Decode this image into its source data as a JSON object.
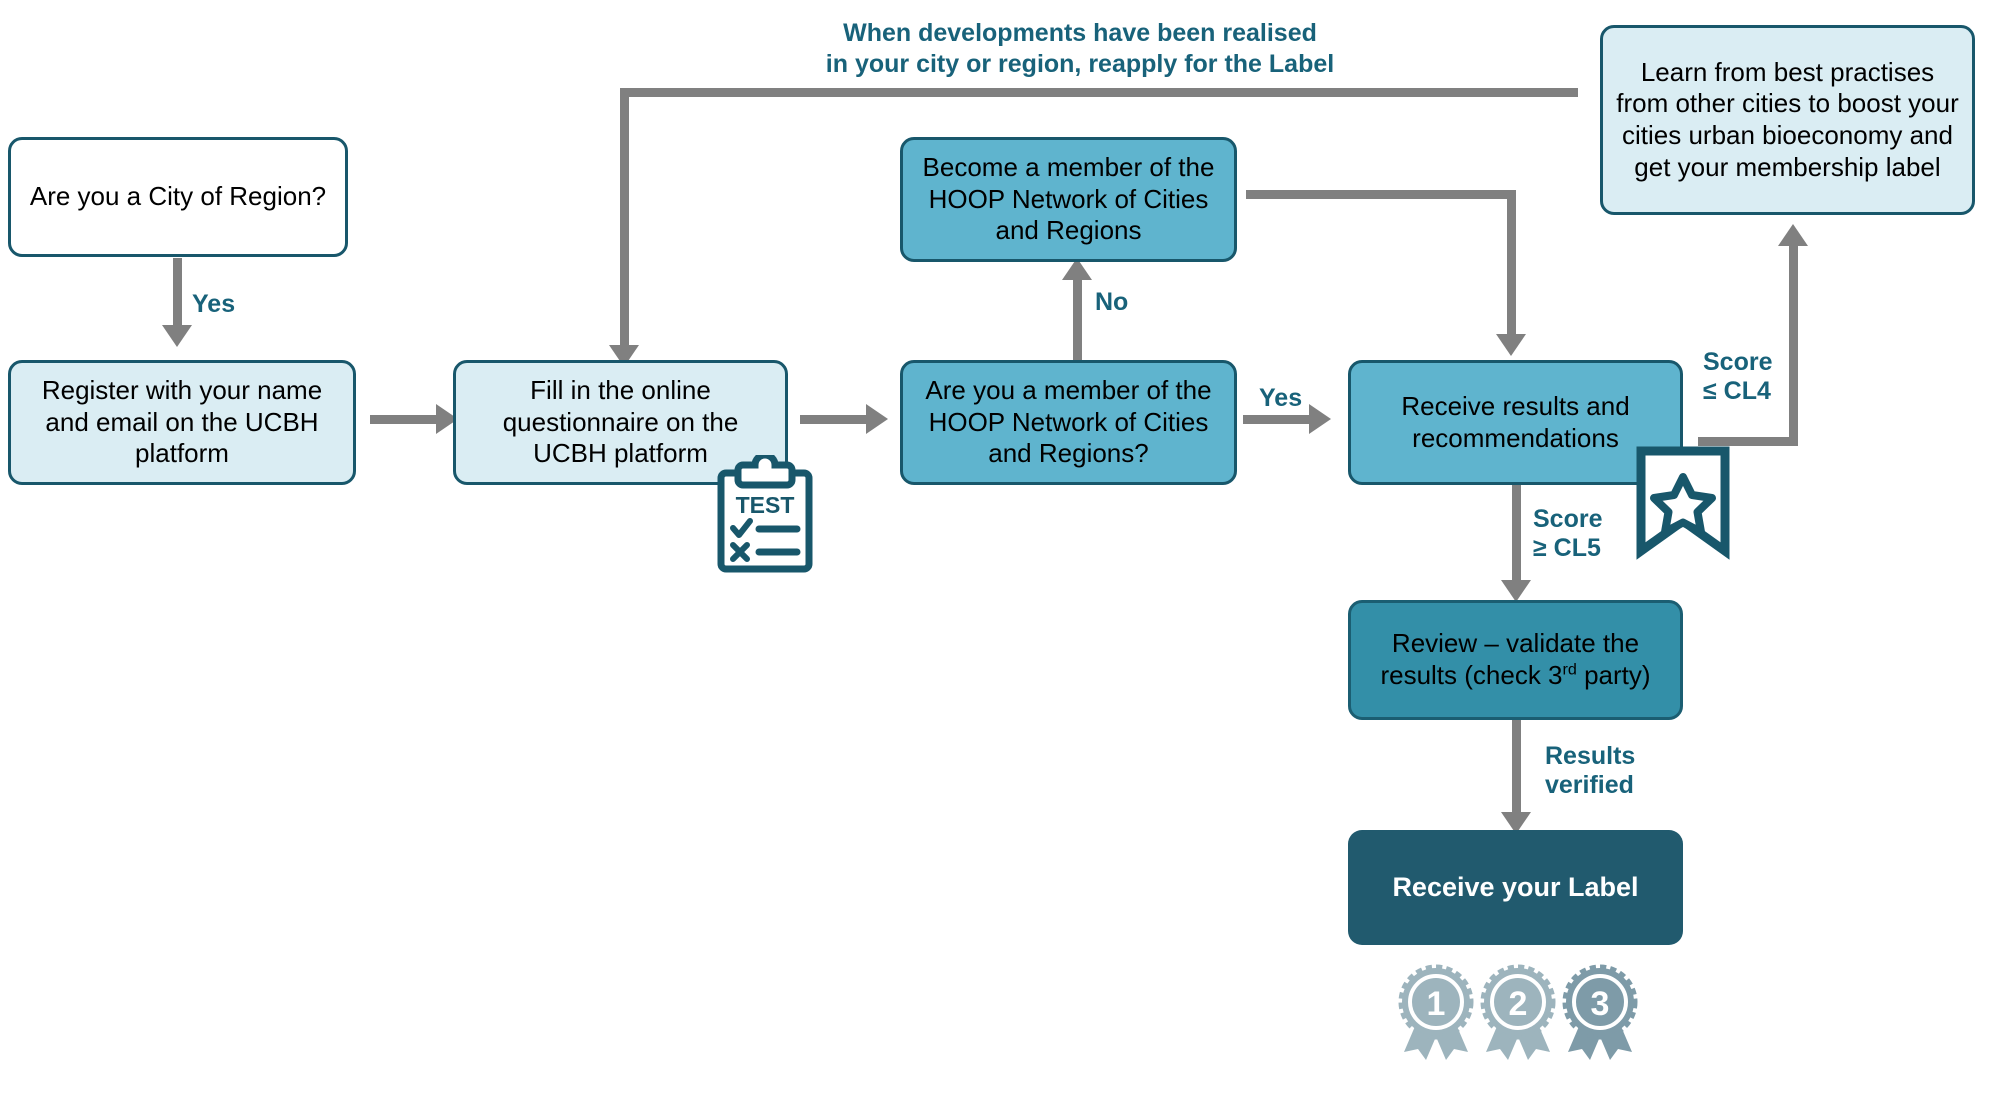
{
  "diagram": {
    "title_annotation": "When developments have been realised\nin your city or region, reapply for the Label",
    "nodes": {
      "city_or_region": "Are you a City of Region?",
      "register": "Register with your name and email on the UCBH platform",
      "questionnaire": "Fill in the online questionnaire on the UCBH platform",
      "member_question": "Are you a member of the HOOP Network of Cities and Regions?",
      "become_member": "Become a member of the HOOP Network of Cities and Regions",
      "receive_results": "Receive results and recommendations",
      "learn_best_practises": "Learn from best practises from other cities to boost your cities urban bioeconomy and get your membership label",
      "review_validate_line1": "Review – validate the",
      "review_validate_line2a": "results (check 3",
      "review_validate_sup": "rd",
      "review_validate_line2b": " party)",
      "receive_label": "Receive your Label"
    },
    "edge_labels": {
      "yes_city": "Yes",
      "no_member": "No",
      "yes_member": "Yes",
      "score_cl4": "Score\n≤ CL4",
      "score_cl5": "Score\n≥ CL5",
      "results_verified": "Results\nverified"
    },
    "icons": {
      "clipboard_test_label": "TEST",
      "clipboard_check_mark": "✔",
      "clipboard_cross_mark": "✕",
      "medal_1": "1",
      "medal_2": "2",
      "medal_3": "3"
    },
    "colors": {
      "outline_dark_teal": "#18576b",
      "node_light_blue": "#daedf3",
      "node_mid_blue": "#5fb4ce",
      "node_teal": "#338fa8",
      "node_dark_teal": "#215a6e",
      "connector_gray": "#808080",
      "accent_text_blue": "#18627a",
      "medal_gray_blue": "#8fa9b4"
    }
  }
}
